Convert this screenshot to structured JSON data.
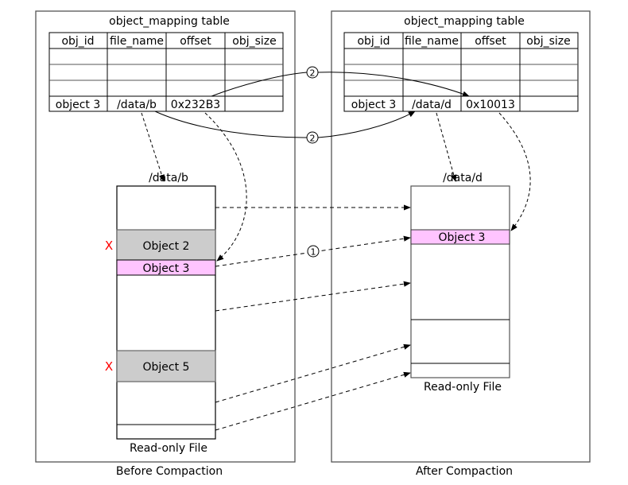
{
  "before": {
    "caption": "Before Compaction",
    "table": {
      "title": "object_mapping table",
      "columns": [
        "obj_id",
        "file_name",
        "offset",
        "obj_size"
      ],
      "rows": [
        [
          "",
          "",
          "",
          ""
        ],
        [
          "",
          "",
          "",
          ""
        ],
        [
          "",
          "",
          "",
          ""
        ],
        [
          "object 3",
          "/data/b",
          "0x232B3",
          ""
        ]
      ]
    },
    "file": {
      "name": "/data/b",
      "caption": "Read-only File",
      "objects": [
        {
          "label": "Object 2",
          "state": "deleted",
          "mark": "X"
        },
        {
          "label": "Object 3",
          "state": "live"
        },
        {
          "label": "Object 5",
          "state": "deleted",
          "mark": "X"
        }
      ]
    }
  },
  "after": {
    "caption": "After Compaction",
    "table": {
      "title": "object_mapping table",
      "columns": [
        "obj_id",
        "file_name",
        "offset",
        "obj_size"
      ],
      "rows": [
        [
          "",
          "",
          "",
          ""
        ],
        [
          "",
          "",
          "",
          ""
        ],
        [
          "",
          "",
          "",
          ""
        ],
        [
          "object 3",
          "/data/d",
          "0x10013",
          ""
        ]
      ]
    },
    "file": {
      "name": "/data/d",
      "caption": "Read-only File",
      "objects": [
        {
          "label": "Object 3",
          "state": "live"
        }
      ]
    }
  },
  "steps": {
    "copy": "①",
    "update": "②"
  },
  "colors": {
    "deleted_fill": "#cccccc",
    "live_fill": "#ffc4ff",
    "delete_mark": "#ff0000",
    "frame": "#555555"
  }
}
